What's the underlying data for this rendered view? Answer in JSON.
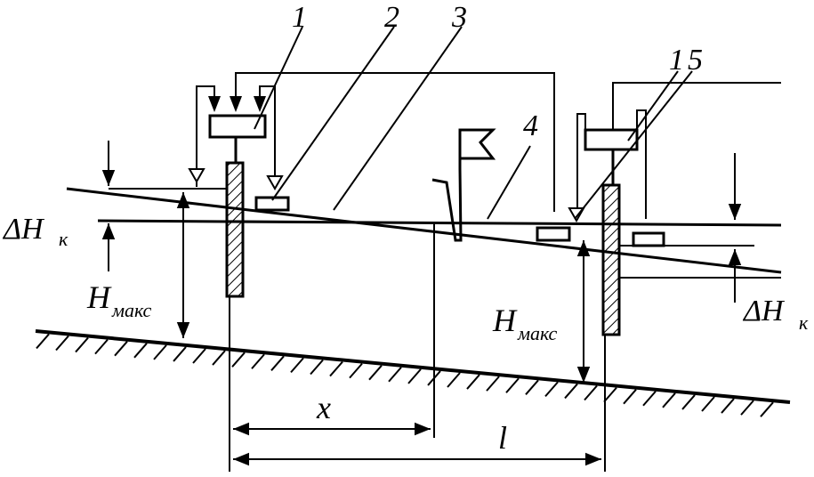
{
  "labels": {
    "n1_left": "1",
    "n2": "2",
    "n3": "3",
    "n4": "4",
    "n1_right": "1",
    "n5": "5",
    "dH_left_main": "ΔH",
    "dH_left_sub": "к",
    "dH_right_main": "ΔH",
    "dH_right_sub": "к",
    "Hmax_left_main": "H",
    "Hmax_left_sub": "макс",
    "Hmax_right_main": "H",
    "Hmax_right_sub": "макс",
    "x": "x",
    "l": "l"
  },
  "colors": {
    "ink": "#000000",
    "paper": "#ffffff"
  }
}
